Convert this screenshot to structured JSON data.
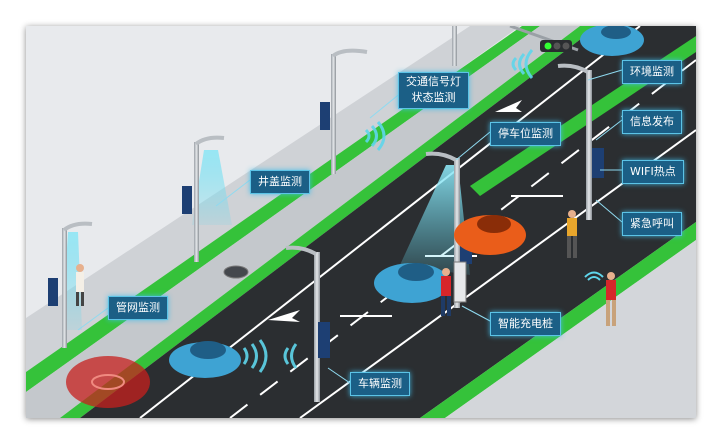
{
  "labels": {
    "signal": [
      "交通信号灯",
      "状态监测"
    ],
    "environment": "环境监测",
    "parking": "停车位监测",
    "info_release": "信息发布",
    "manhole": "井盖监测",
    "wifi": "WIFI热点",
    "emergency": "紧急呼叫",
    "pipe_network": "管网监测",
    "charging": "智能充电桩",
    "vehicle": "车辆监测"
  },
  "colors": {
    "road": "#2b2e31",
    "green_strip": "#35c23a",
    "sidewalk": "#c9ccd0",
    "car_blue": "#3ea3d3",
    "car_orange": "#ea5d1a",
    "label_bg": "#1b5f86",
    "label_glow": "#4cc3ea",
    "sensor_beam": "#5fd6ec",
    "alert_red": "#c7201e"
  },
  "icons": [
    "street-lamp-icon",
    "traffic-light-icon",
    "sensor-wave-icon",
    "manhole-icon",
    "charging-pile-icon",
    "pedestrian-icon",
    "direction-arrow-icon"
  ]
}
